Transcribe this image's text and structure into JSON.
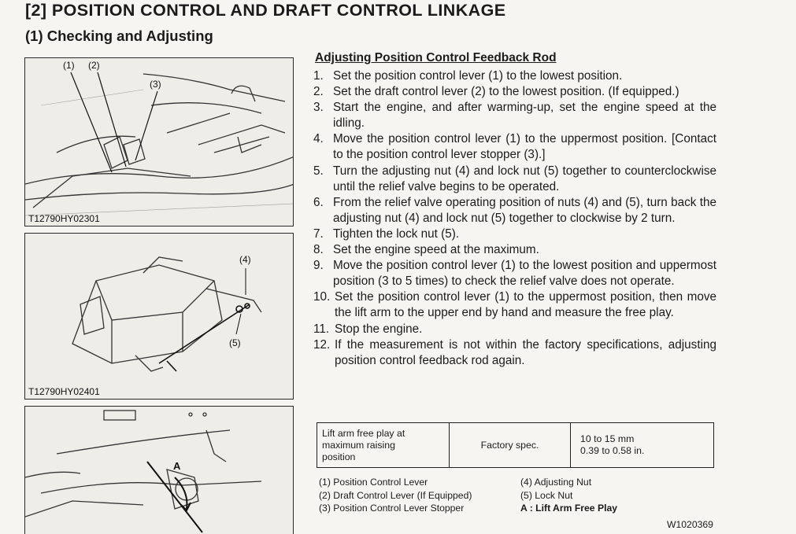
{
  "header": {
    "title": "[2] POSITION CONTROL AND DRAFT CONTROL LINKAGE",
    "subtitle": "(1) Checking and Adjusting"
  },
  "figures": [
    {
      "code": "T12790HY02301",
      "callouts": [
        "(1)",
        "(2)",
        "(3)"
      ]
    },
    {
      "code": "T12790HY02401",
      "callouts": [
        "(4)",
        "(5)"
      ]
    },
    {
      "code": "",
      "callouts": [
        "A"
      ]
    }
  ],
  "procedure": {
    "title": "Adjusting Position Control Feedback Rod",
    "steps": [
      {
        "num": "1.",
        "text": "Set the position control lever (1) to the lowest position."
      },
      {
        "num": "2.",
        "text": "Set the draft control lever (2) to the lowest position. (If equipped.)"
      },
      {
        "num": "3.",
        "text": "Start the engine, and after warming-up, set the engine speed at the idling."
      },
      {
        "num": "4.",
        "text": "Move the position control lever (1) to the uppermost position. [Contact to the position control lever stopper (3).]"
      },
      {
        "num": "5.",
        "text": "Turn the adjusting nut (4) and lock nut (5) together to counterclockwise until the relief valve begins to be operated."
      },
      {
        "num": "6.",
        "text": "From the relief valve operating position of nuts (4) and (5), turn back the adjusting nut (4) and lock nut (5) together to clockwise by 2 turn."
      },
      {
        "num": "7.",
        "text": "Tighten the lock nut (5)."
      },
      {
        "num": "8.",
        "text": "Set the engine speed at the maximum."
      },
      {
        "num": "9.",
        "text": "Move the position control lever (1) to the lowest position and uppermost position (3 to 5 times) to check the relief valve does not operate."
      },
      {
        "num": "10.",
        "text": "Set the position control lever (1) to the uppermost position, then move the lift arm to the upper end by hand and measure the free play."
      },
      {
        "num": "11.",
        "text": "Stop the engine."
      },
      {
        "num": "12.",
        "text": "If the measurement is not within the factory specifications, adjusting position control feedback rod again."
      }
    ]
  },
  "spec_table": {
    "item_lines": [
      "Lift arm free play at",
      "maximum raising",
      "position"
    ],
    "type": "Factory spec.",
    "value_lines": [
      "10 to 15 mm",
      "0.39 to 0.58 in."
    ]
  },
  "legend": {
    "left": [
      "(1) Position Control Lever",
      "(2) Draft Control Lever (If Equipped)",
      "(3) Position Control Lever Stopper"
    ],
    "right": [
      "(4) Adjusting Nut",
      "(5) Lock Nut",
      "A : Lift Arm Free Play"
    ]
  },
  "doc_code": "W1020369"
}
